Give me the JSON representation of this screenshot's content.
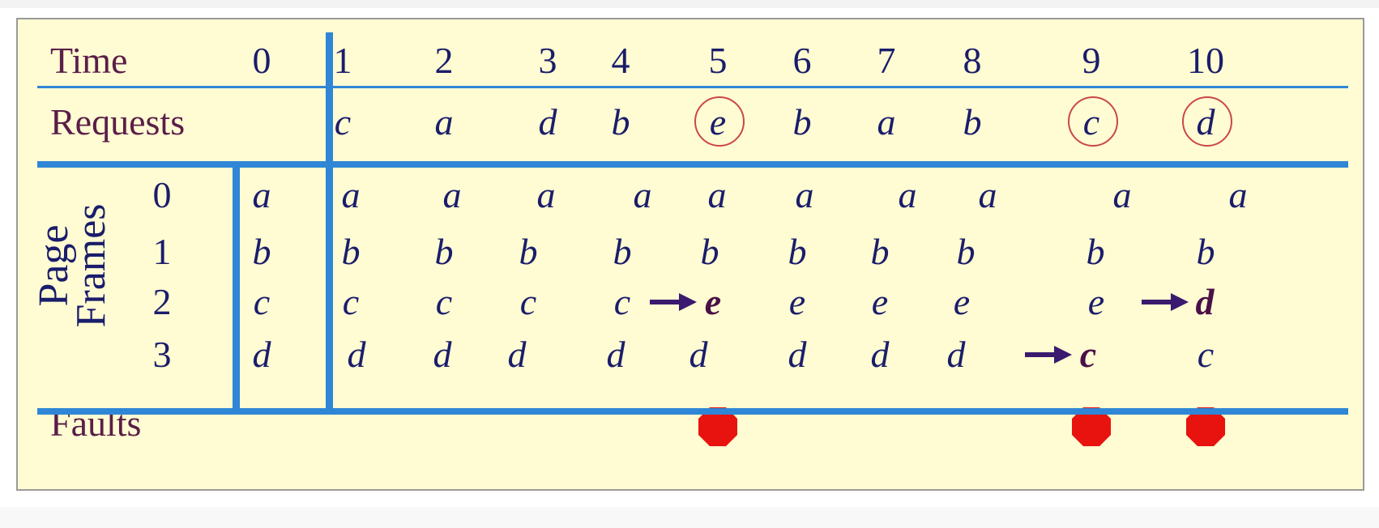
{
  "table": {
    "time_label": "Time",
    "requests_label": "Requests",
    "page_frames_label": [
      "Page",
      "Frames"
    ],
    "faults_label": "Faults",
    "times": [
      "0",
      "1",
      "2",
      "3",
      "4",
      "5",
      "6",
      "7",
      "8",
      "9",
      "10"
    ],
    "requests": [
      "",
      "c",
      "a",
      "d",
      "b",
      "e",
      "b",
      "a",
      "b",
      "c",
      "d"
    ],
    "frame_numbers": [
      "0",
      "1",
      "2",
      "3"
    ],
    "frames": [
      [
        "a",
        "a",
        "a",
        "a",
        "a",
        "a",
        "a",
        "a",
        "a",
        "a",
        "a"
      ],
      [
        "b",
        "b",
        "b",
        "b",
        "b",
        "b",
        "b",
        "b",
        "b",
        "b",
        "b"
      ],
      [
        "c",
        "c",
        "c",
        "c",
        "c",
        "e",
        "e",
        "e",
        "e",
        "e",
        "d"
      ],
      [
        "d",
        "d",
        "d",
        "d",
        "d",
        "d",
        "d",
        "d",
        "d",
        "c",
        "c"
      ]
    ],
    "replacements": [
      {
        "frame": 2,
        "time": 5
      },
      {
        "frame": 3,
        "time": 9
      },
      {
        "frame": 2,
        "time": 10
      }
    ],
    "faults": [
      5,
      9,
      10
    ],
    "colors": {
      "background": "#fffbd2",
      "rule": "#2f86d6",
      "label": "#5a1e48",
      "text": "#1a1d6b",
      "fault": "#e8130f",
      "circle": "#c9474d"
    }
  }
}
